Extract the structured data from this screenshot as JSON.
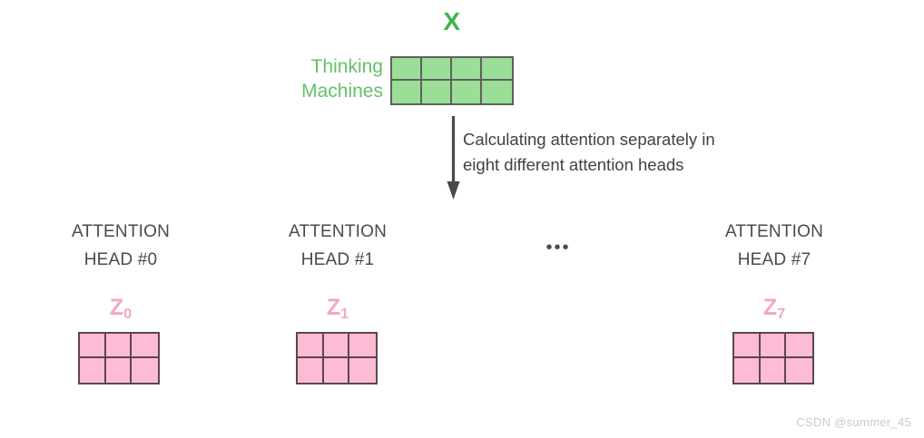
{
  "input": {
    "matrix_label": "X",
    "tokens": [
      "Thinking",
      "Machines"
    ],
    "matrix_rows": 2,
    "matrix_cols": 4,
    "cell_color": "#9ade97",
    "border_color": "#5e615e",
    "label_color": "#3cb44a",
    "token_color": "#63c268"
  },
  "flow": {
    "caption_lines": [
      "Calculating attention separately in",
      "eight different attention heads"
    ],
    "arrow_icon": "down-arrow-icon",
    "arrow_color": "#4a4a4a",
    "caption_color": "#3f4246"
  },
  "heads": [
    {
      "title_line1": "ATTENTION",
      "title_line2": "HEAD #0",
      "z_label": "Z",
      "z_subscript": "0",
      "matrix_rows": 2,
      "matrix_cols": 3
    },
    {
      "title_line1": "ATTENTION",
      "title_line2": "HEAD #1",
      "z_label": "Z",
      "z_subscript": "1",
      "matrix_rows": 2,
      "matrix_cols": 3
    },
    {
      "title_line1": "ATTENTION",
      "title_line2": "HEAD #7",
      "z_label": "Z",
      "z_subscript": "7",
      "matrix_rows": 2,
      "matrix_cols": 3
    }
  ],
  "ellipsis": "•••",
  "output_style": {
    "cell_color": "#fcbcd6",
    "border_color": "#5c4550",
    "label_color": "#f5a6c2"
  },
  "watermark": "CSDN @summer_45"
}
